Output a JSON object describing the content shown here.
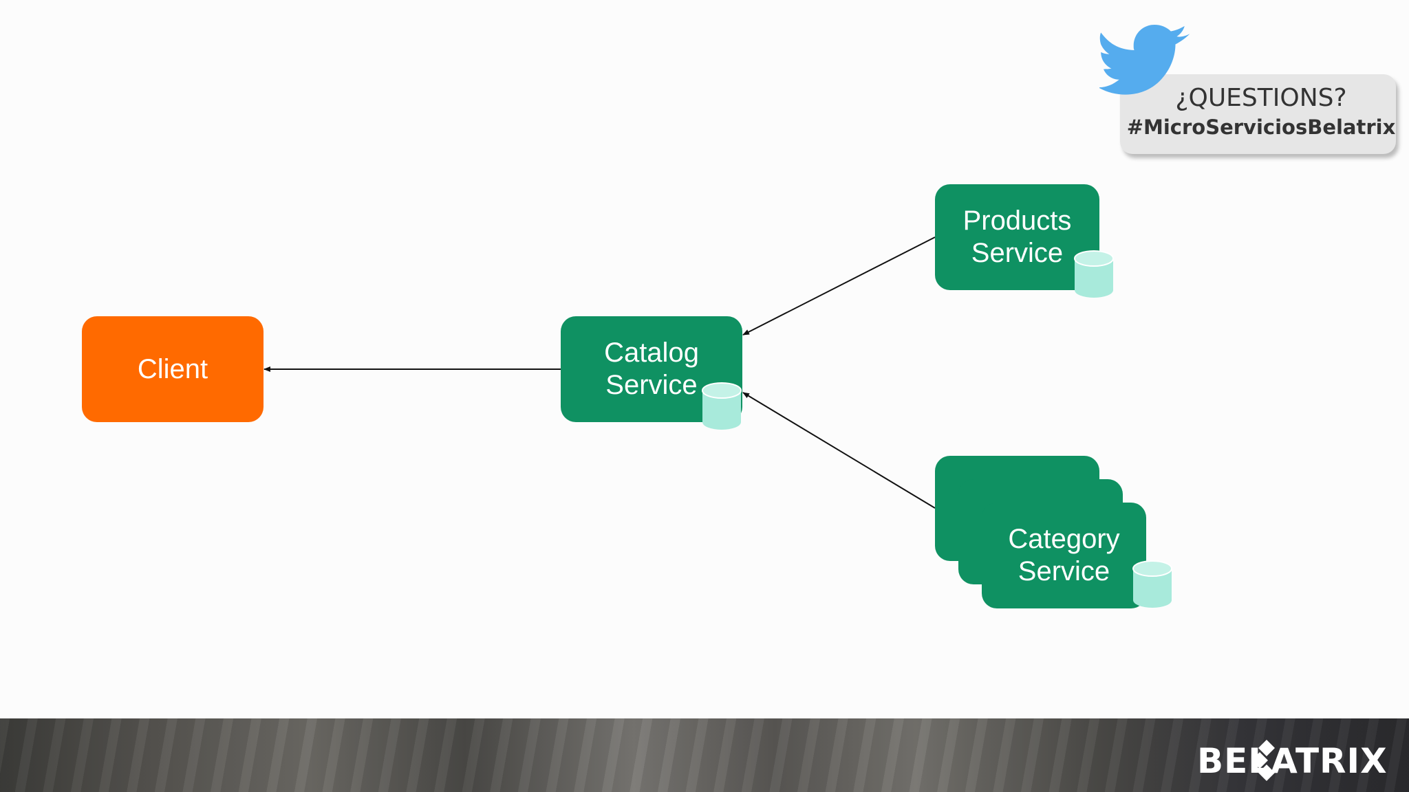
{
  "nodes": {
    "client": {
      "label_1": "Client",
      "color": "#ff6a00"
    },
    "catalog": {
      "label_1": "Catalog",
      "label_2": "Service",
      "color": "#0f9162"
    },
    "products": {
      "label_1": "Products",
      "label_2": "Service",
      "color": "#0f9162"
    },
    "category": {
      "label_1": "Category",
      "label_2": "Service",
      "color": "#0f9162"
    }
  },
  "edges": [
    {
      "from": "catalog",
      "to": "client"
    },
    {
      "from": "products",
      "to": "catalog"
    },
    {
      "from": "category",
      "to": "catalog"
    }
  ],
  "database_color": "#a8eadb",
  "twitter": {
    "question": "¿QUESTIONS?",
    "hashtag": "#MicroServiciosBelatrix",
    "icon": "twitter-bird-icon"
  },
  "footer": {
    "logo_text": "BELATRIX",
    "logo_icon": "belatrix-diamond-icon"
  }
}
